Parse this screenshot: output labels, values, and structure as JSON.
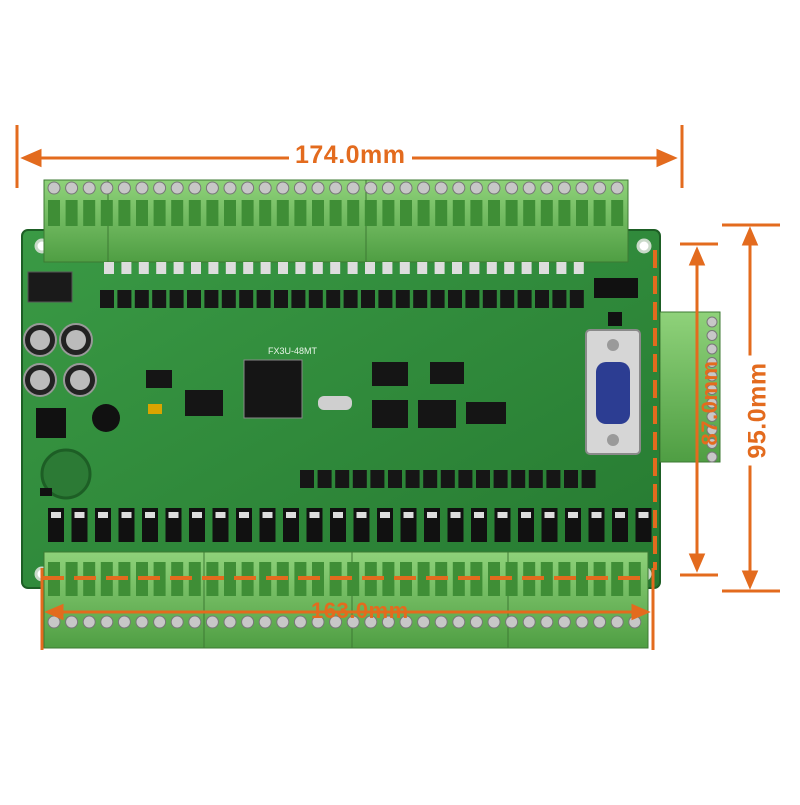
{
  "dimensions": {
    "width_total": "174.0mm",
    "width_holes": "163.0mm",
    "height_holes": "87.0mm",
    "height_total": "95.0mm"
  },
  "board": {
    "silkscreen_model": "FX3U-48MT"
  },
  "colors": {
    "pcb": "#2f8a3a",
    "terminal": "#6fbf5e",
    "dimension": "#e36b1e"
  }
}
